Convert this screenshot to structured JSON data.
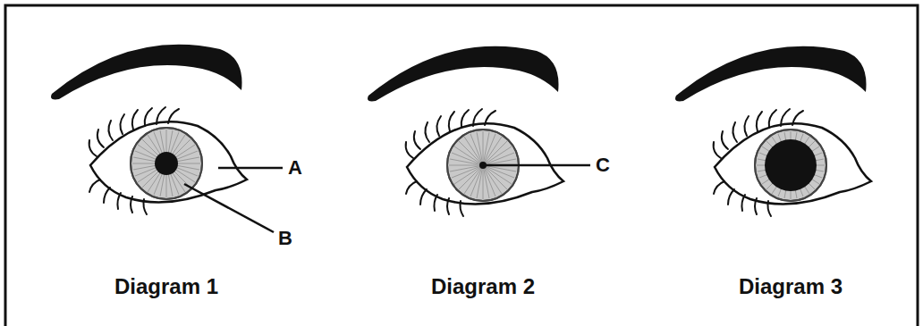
{
  "diagram": {
    "labels": [
      "A",
      "B",
      "C",
      "Diagram 1",
      "Diagram 2",
      "Diagram 3"
    ]
  }
}
